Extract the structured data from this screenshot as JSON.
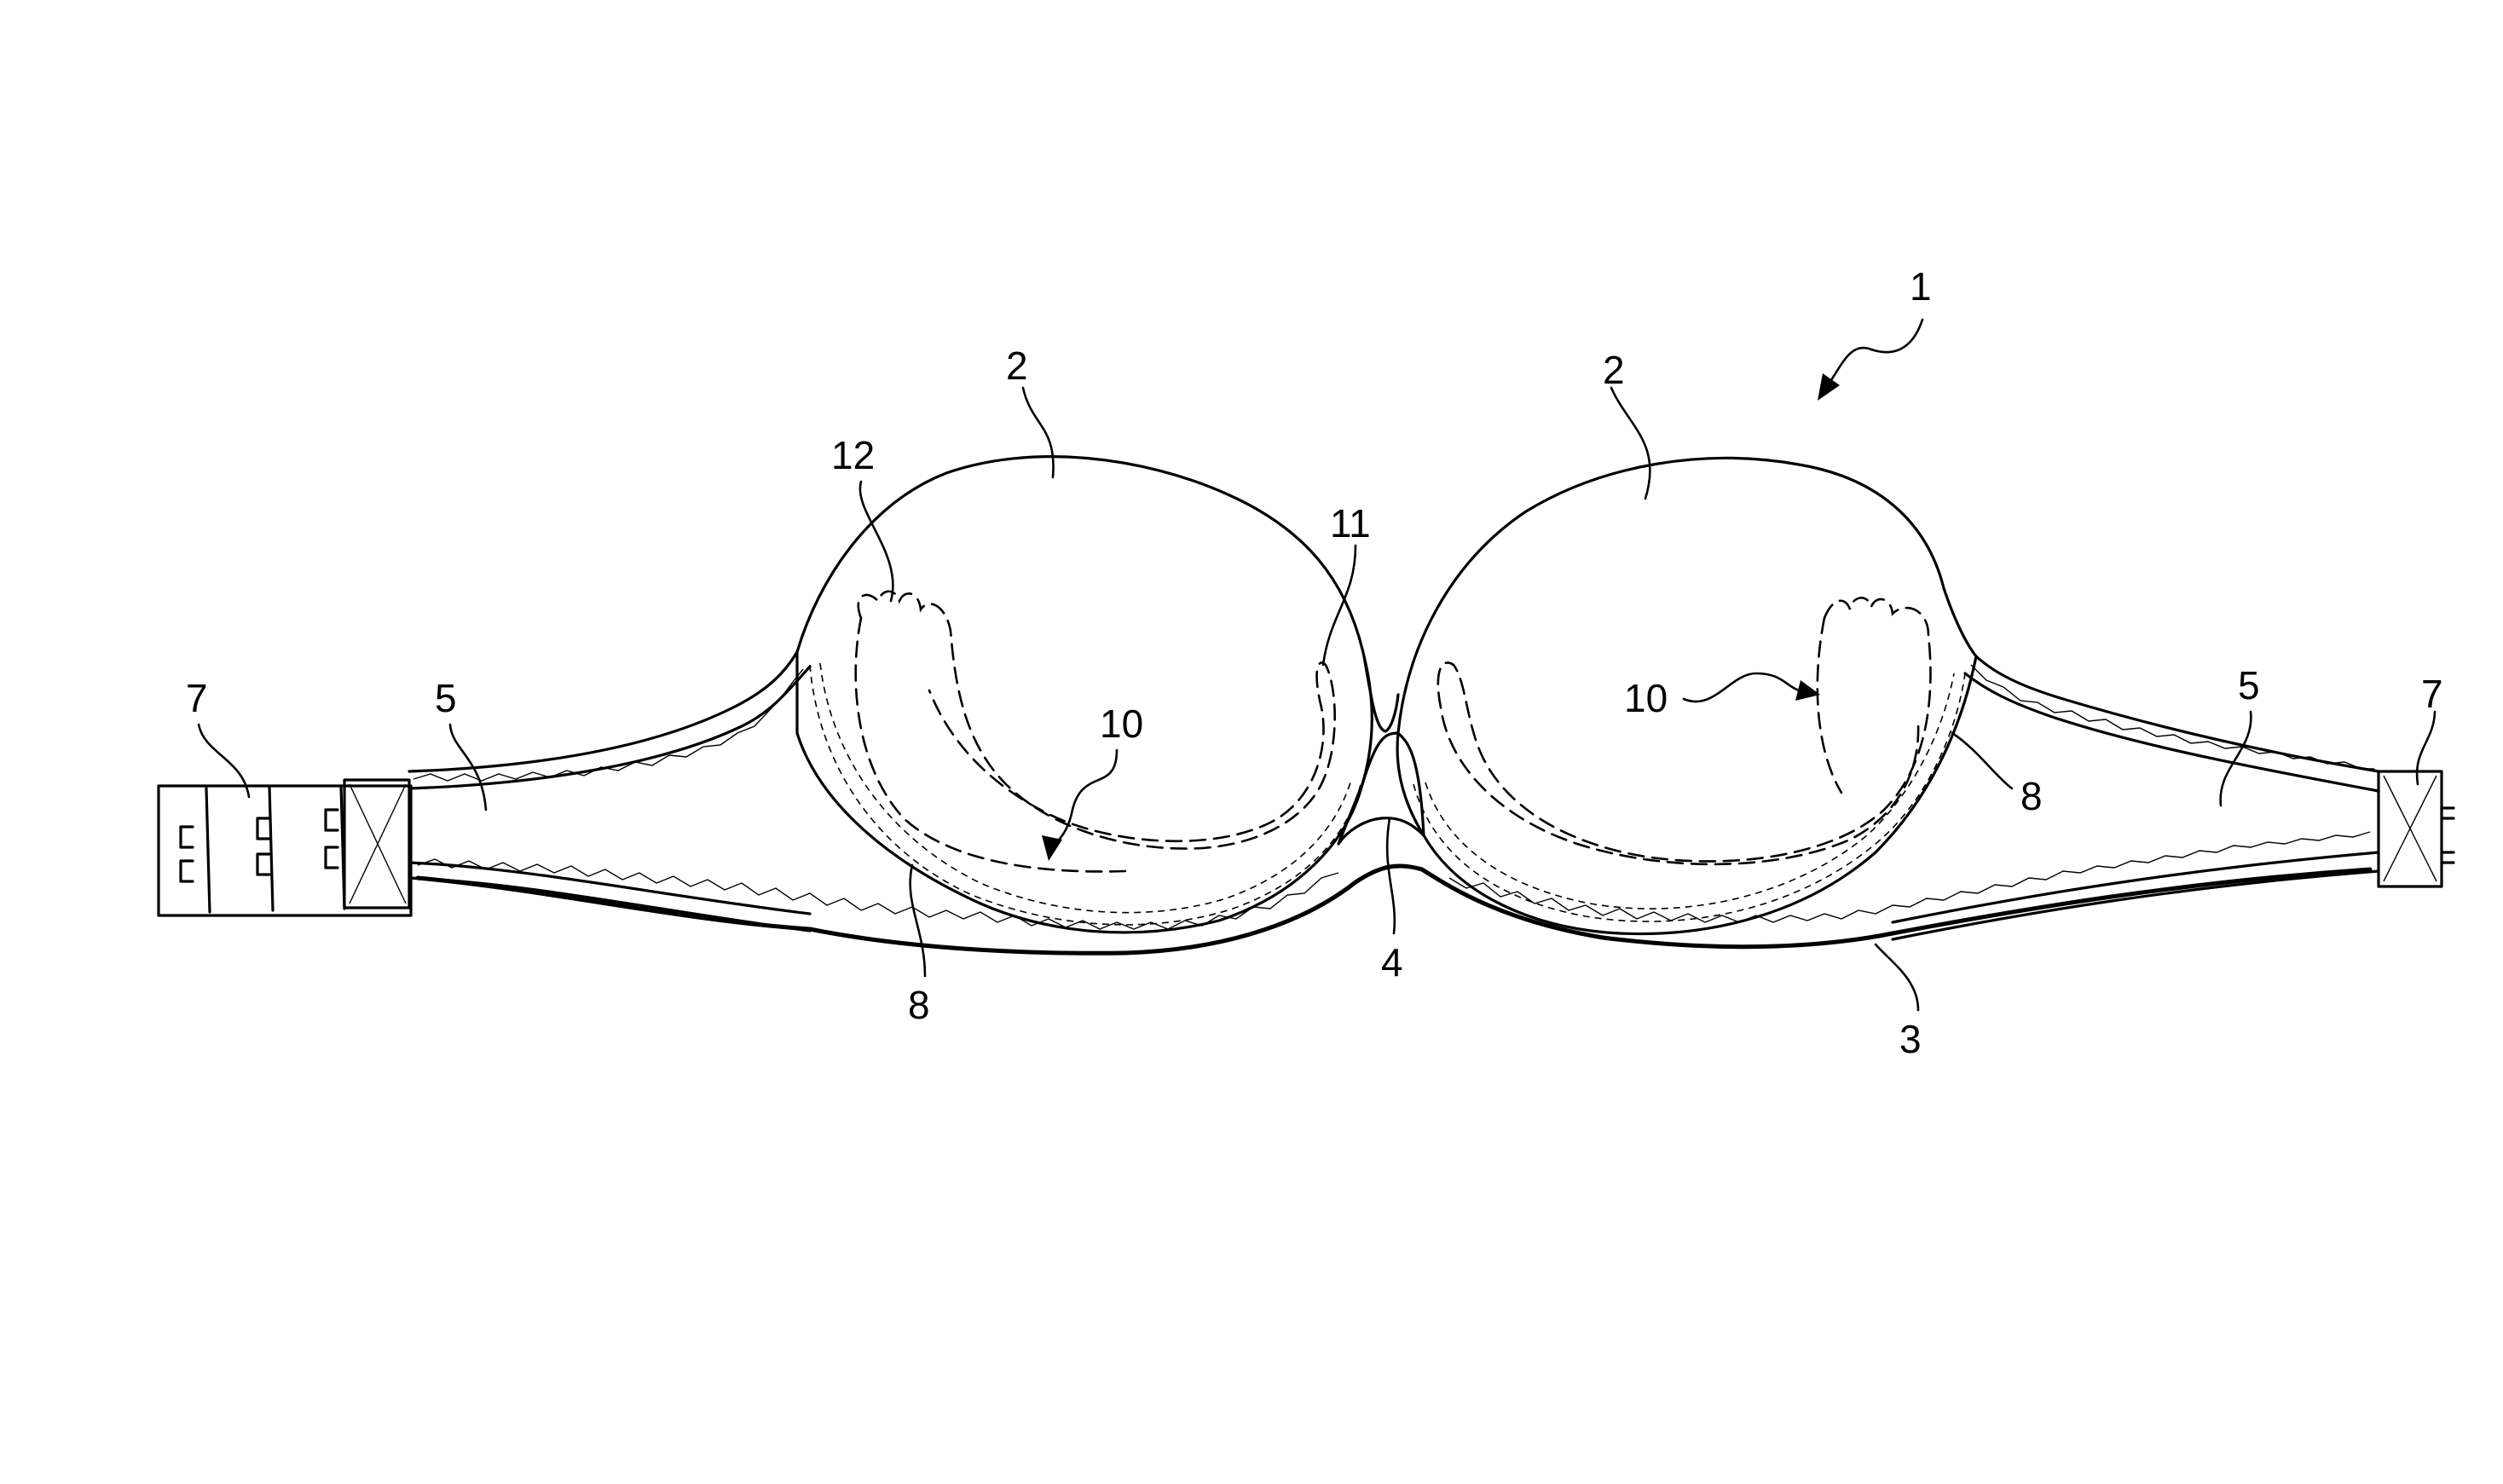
{
  "figure": {
    "labels": {
      "bra": "1",
      "cup_left": "2",
      "cup_right": "2",
      "underwire_band": "3",
      "center_gore": "4",
      "side_band_left": "5",
      "side_band_right": "5",
      "hook_closure_left": "7",
      "eye_closure_right": "7",
      "cup_edge_left": "8",
      "cup_edge_right": "8",
      "insert_pad_left": "10",
      "insert_pad_right": "10",
      "inner_pocket": "11",
      "finger_lobes": "12"
    }
  }
}
